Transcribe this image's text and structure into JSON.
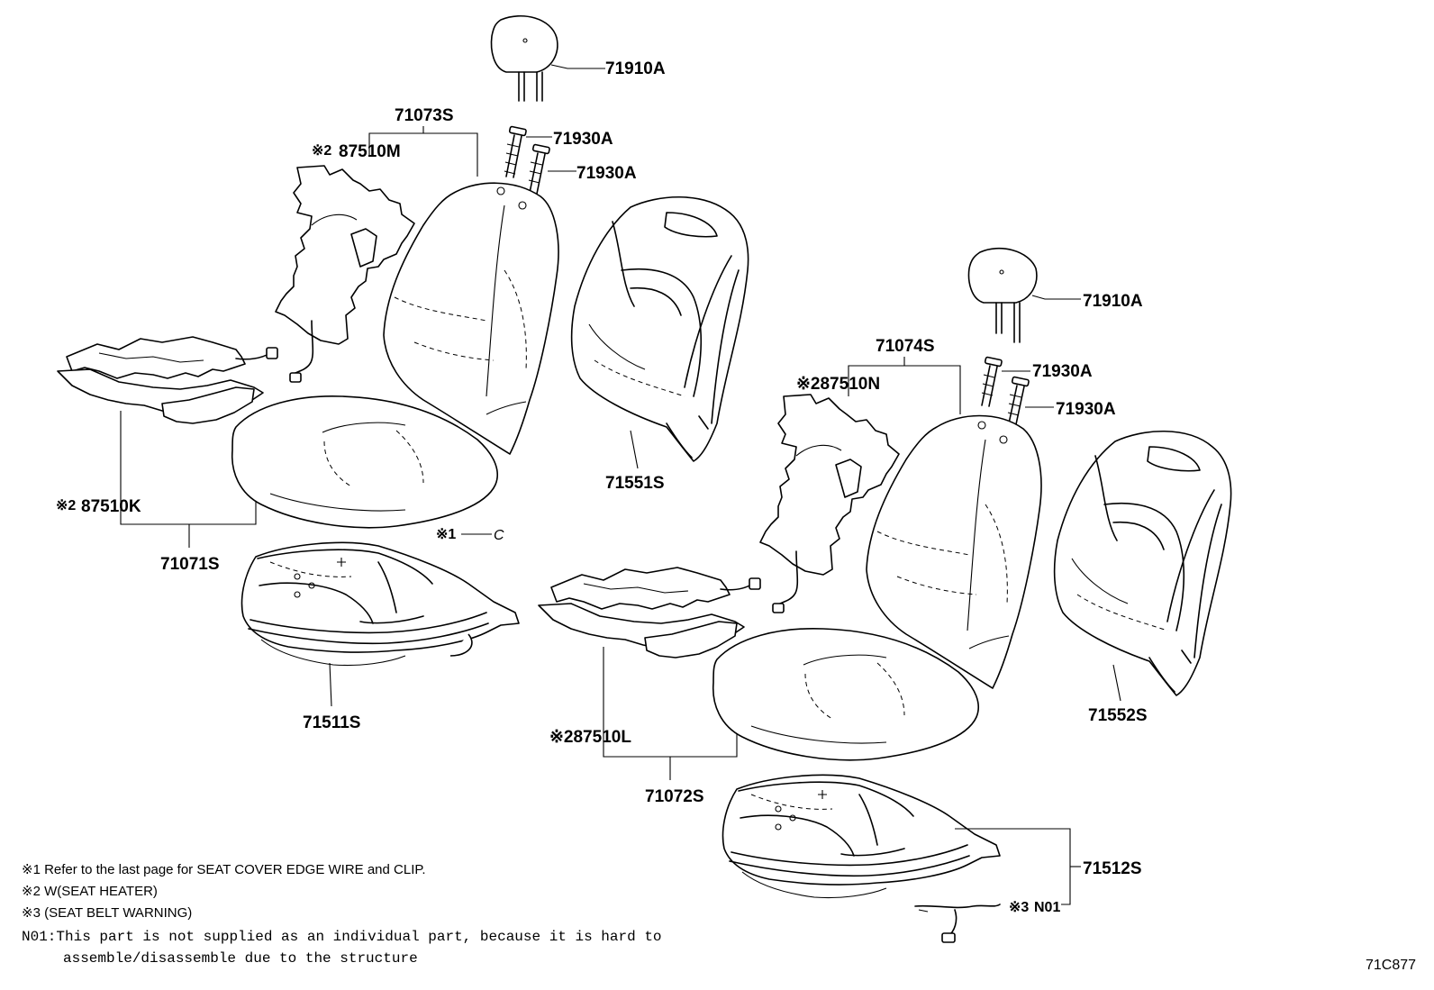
{
  "parts": {
    "headrest_1": "71910A",
    "headrest_2": "71910A",
    "support_1a": "71930A",
    "support_1b": "71930A",
    "support_2a": "71930A",
    "support_2b": "71930A",
    "back_cover_1": "71073S",
    "back_cover_2": "71074S",
    "heater_back_1_mark": "※2",
    "heater_back_1": "87510M",
    "heater_back_2": "※287510N",
    "heater_cushion_1_mark": "※2",
    "heater_cushion_1": "87510K",
    "heater_cushion_2": "※287510L",
    "cushion_cover_1": "71071S",
    "cushion_cover_2": "71072S",
    "back_pad_1": "71551S",
    "back_pad_2": "71552S",
    "cushion_pad_1": "71511S",
    "cushion_pad_2": "71512S",
    "clip_mark": "※1",
    "clip_code": "C",
    "sensor_mark": "※3",
    "sensor_code": "N01"
  },
  "notes": {
    "note1": "※1 Refer to the last page for SEAT COVER EDGE WIRE and CLIP.",
    "note2": "※2 W(SEAT HEATER)",
    "note3": "※3 (SEAT BELT WARNING)",
    "note4_line1": "N01:This part is not supplied as an individual part, because it is hard to",
    "note4_line2": "assemble/disassemble due to the structure"
  },
  "diagram_code": "71C877"
}
